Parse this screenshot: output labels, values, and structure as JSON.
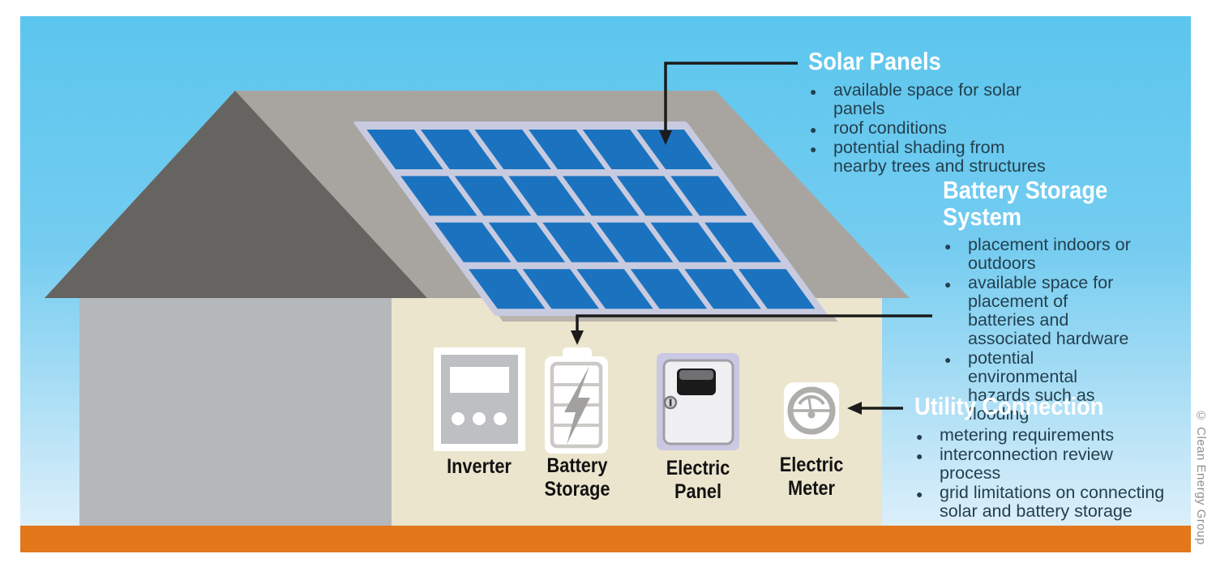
{
  "annotations": {
    "solar_panels": {
      "title": "Solar Panels",
      "bullets": [
        "available space for solar panels",
        "roof conditions",
        "potential shading from nearby trees and structures"
      ]
    },
    "battery_storage_system": {
      "title": "Battery Storage System",
      "bullets": [
        "placement indoors or outdoors",
        "available space for placement of batteries and associated hardware",
        "potential environmental hazards such as flooding"
      ]
    },
    "utility_connection": {
      "title": "Utility Connection",
      "bullets": [
        "metering requirements",
        "interconnection review process",
        "grid limitations on connecting solar and battery storage"
      ]
    }
  },
  "equipment_labels": {
    "inverter": "Inverter",
    "battery_storage": "Battery Storage",
    "electric_panel": "Electric Panel",
    "electric_meter": "Electric Meter"
  },
  "credit": "© Clean Energy Group",
  "colors": {
    "sky_top": "#5cc6ee",
    "sky_bottom": "#dceffa",
    "ground_orange": "#e2771c",
    "roof_gray": "#a8a5a1",
    "gable_dark_gray": "#666461",
    "left_wall_gray": "#b5b8bb",
    "house_cream": "#ece5cd",
    "solar_cell_blue": "#1b73c0",
    "solar_panel_frame": "#c8cbe0",
    "annotation_text": "#24404f",
    "title_white": "#ffffff",
    "arrow_black": "#1b1b1b"
  }
}
